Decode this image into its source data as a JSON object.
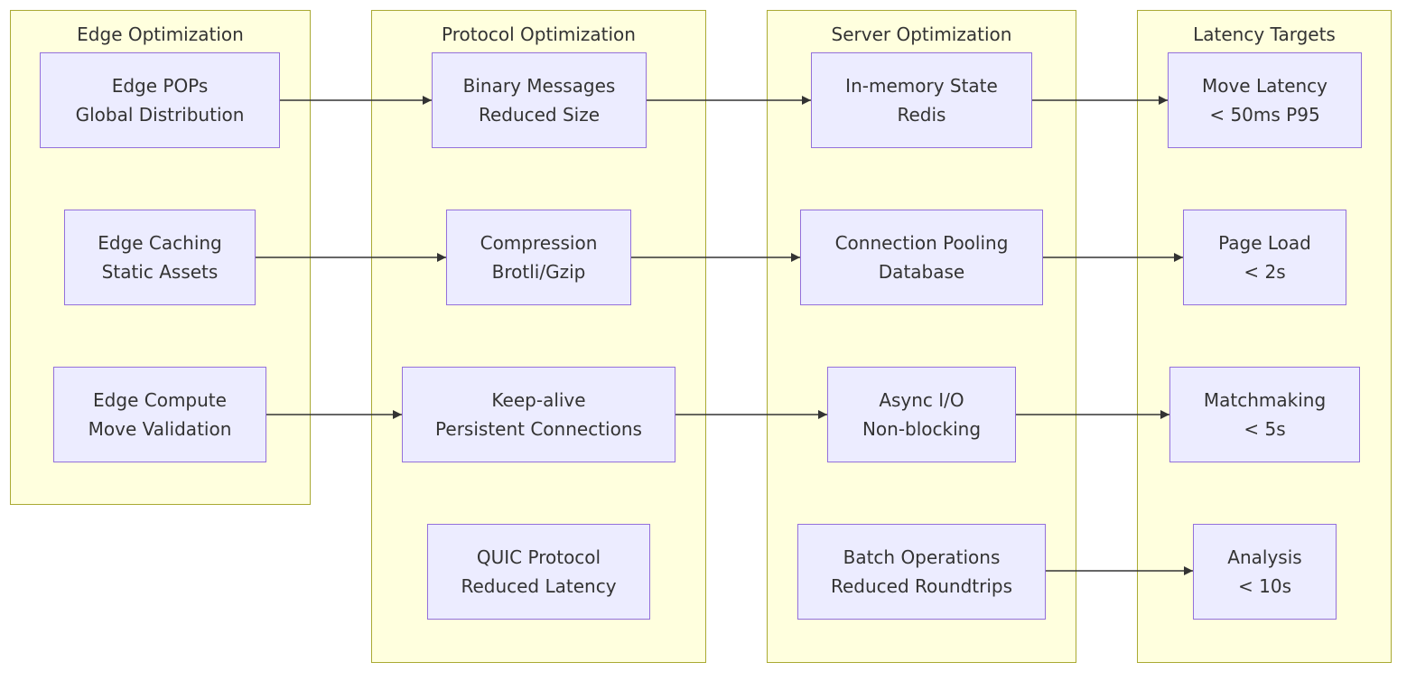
{
  "colors": {
    "group_fill": "#ffffde",
    "group_border": "#aaaa33",
    "node_fill": "#ececff",
    "node_border": "#9370db",
    "edge": "#333333",
    "text": "#333333"
  },
  "groups": {
    "edge": {
      "title": "Edge Optimization",
      "nodes": {
        "pops": {
          "line1": "Edge POPs",
          "line2": "Global Distribution"
        },
        "caching": {
          "line1": "Edge Caching",
          "line2": "Static Assets"
        },
        "compute": {
          "line1": "Edge Compute",
          "line2": "Move Validation"
        }
      }
    },
    "protocol": {
      "title": "Protocol Optimization",
      "nodes": {
        "binary": {
          "line1": "Binary Messages",
          "line2": "Reduced Size"
        },
        "compression": {
          "line1": "Compression",
          "line2": "Brotli/Gzip"
        },
        "keepalive": {
          "line1": "Keep-alive",
          "line2": "Persistent Connections"
        },
        "quic": {
          "line1": "QUIC Protocol",
          "line2": "Reduced Latency"
        }
      }
    },
    "server": {
      "title": "Server Optimization",
      "nodes": {
        "memory": {
          "line1": "In-memory State",
          "line2": "Redis"
        },
        "pooling": {
          "line1": "Connection Pooling",
          "line2": "Database"
        },
        "async": {
          "line1": "Async I/O",
          "line2": "Non-blocking"
        },
        "batch": {
          "line1": "Batch Operations",
          "line2": "Reduced Roundtrips"
        }
      }
    },
    "targets": {
      "title": "Latency Targets",
      "nodes": {
        "move": {
          "line1": "Move Latency",
          "line2": "< 50ms P95"
        },
        "page": {
          "line1": "Page Load",
          "line2": "< 2s"
        },
        "matchmaking": {
          "line1": "Matchmaking",
          "line2": "< 5s"
        },
        "analysis": {
          "line1": "Analysis",
          "line2": "< 10s"
        }
      }
    }
  }
}
